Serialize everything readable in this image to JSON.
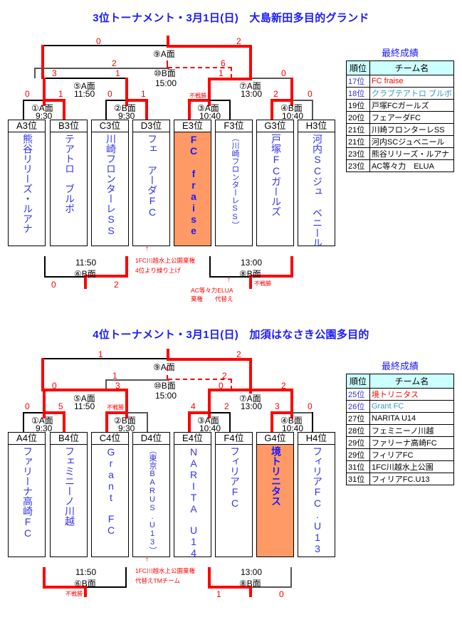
{
  "tournaments": [
    {
      "title": "3位トーナメント・3月1日(日)　大島新田多目的グランド",
      "matches": {
        "m1": {
          "label": "①A面",
          "time": "9:30"
        },
        "m2": {
          "label": "②B面",
          "time": "9:30"
        },
        "m3": {
          "label": "③A面",
          "time": "10:40"
        },
        "m4": {
          "label": "④B面",
          "time": "10:40"
        },
        "m5": {
          "label": "⑤A面",
          "time": "11:50"
        },
        "m6": {
          "label": "⑥B面",
          "time": "11:50"
        },
        "m7": {
          "label": "⑦A面",
          "time": "13:00"
        },
        "m8": {
          "label": "⑧B面",
          "time": "13:00"
        },
        "m9": {
          "label": "⑨A面"
        },
        "m10": {
          "label": "⑩B面",
          "time": "15:00"
        }
      },
      "scores": {
        "m1": [
          "0",
          "1"
        ],
        "m2": [
          "0",
          "1"
        ],
        "m3": [
          "不戦勝",
          ""
        ],
        "m4": [
          "2",
          "0"
        ],
        "m5": [
          "3",
          "1"
        ],
        "m7": [
          "1",
          "0"
        ],
        "m9": [
          "0",
          "2"
        ],
        "m10": [
          "2",
          "6"
        ],
        "m6": [
          "0",
          "2"
        ],
        "m8": [
          "",
          "不戦勝"
        ]
      },
      "teams": [
        {
          "seed": "A3位",
          "name": "熊谷リリーズ・ルアナ"
        },
        {
          "seed": "B3位",
          "name": "テアトロ　ブルボ"
        },
        {
          "seed": "C3位",
          "name": "川崎フロンターレSS"
        },
        {
          "seed": "D3位",
          "name": "フェ アーダFC"
        },
        {
          "seed": "E3位",
          "name": "FC fraise",
          "winner": true
        },
        {
          "seed": "F3位",
          "name": "（川崎フロンターレSS）"
        },
        {
          "seed": "G3位",
          "name": "戸塚FCガールズ"
        },
        {
          "seed": "H3位",
          "name": "河内SCジュ ベニール"
        }
      ],
      "notes": {
        "left": [
          "1FC川越水上公園棄権",
          "4位より繰り上げ"
        ],
        "right": [
          "AC等々力ELUA",
          "棄権　　代替え"
        ]
      },
      "results": {
        "title": "最終成績",
        "headers": [
          "順位",
          "チーム名"
        ],
        "rows": [
          {
            "rank": "17位",
            "team": "FC fraise",
            "color": "#ff0000"
          },
          {
            "rank": "18位",
            "team": "クラブテアトロ ブルボ",
            "color": "#3399cc"
          },
          {
            "rank": "19位",
            "team": "戸塚FCガールズ"
          },
          {
            "rank": "20位",
            "team": "フェアーダFC"
          },
          {
            "rank": "21位",
            "team": "川崎フロンターレSS"
          },
          {
            "rank": "21位",
            "team": "河内SCジュベニール"
          },
          {
            "rank": "23位",
            "team": "熊谷リリーズ・ルアナ"
          },
          {
            "rank": "23位",
            "team": "AC等々力　ELUA"
          }
        ]
      }
    },
    {
      "title": "4位トーナメント・3月1日(日)　加須はなさき公園多目的",
      "matches": {
        "m1": {
          "label": "①A面",
          "time": "9:30"
        },
        "m2": {
          "label": "②B面",
          "time": "9:30"
        },
        "m3": {
          "label": "③A面",
          "time": "10:40"
        },
        "m4": {
          "label": "④B面",
          "time": "10:40"
        },
        "m5": {
          "label": "⑤A面",
          "time": "11:50"
        },
        "m6": {
          "label": "⑥B面",
          "time": "11:50"
        },
        "m7": {
          "label": "⑦A面",
          "time": "13:00"
        },
        "m8": {
          "label": "⑧B面",
          "time": "13:00"
        },
        "m9": {
          "label": "⑨A面"
        },
        "m10": {
          "label": "⑩B面",
          "time": "15:00"
        }
      },
      "scores": {
        "m1": [
          "0",
          "5"
        ],
        "m2": [
          "不戦勝",
          ""
        ],
        "m3": [
          "4",
          "2"
        ],
        "m4": [
          "3",
          "0"
        ],
        "m5": [
          "0",
          "3"
        ],
        "m7": [
          "0",
          "2"
        ],
        "m9": [
          "1",
          "2"
        ],
        "m10": [
          "1",
          "2"
        ],
        "m6": [
          "不戦勝",
          ""
        ],
        "m8": [
          "1",
          "0"
        ]
      },
      "teams": [
        {
          "seed": "A4位",
          "name": "ファリーナ高崎FC"
        },
        {
          "seed": "B4位",
          "name": "フェミニーノ川越"
        },
        {
          "seed": "C4位",
          "name": "Grant　FC"
        },
        {
          "seed": "D4位",
          "name": "（東京BARUS.U13）"
        },
        {
          "seed": "E4位",
          "name": "NARITA　U14"
        },
        {
          "seed": "F4位",
          "name": "フィリアFC"
        },
        {
          "seed": "G4位",
          "name": "境トリニタス",
          "winner": true
        },
        {
          "seed": "H4位",
          "name": "フィリアFC.U13"
        }
      ],
      "notes": {
        "left": [
          "1FC川越水上公園棄権",
          "代替えTMチーム"
        ]
      },
      "results": {
        "title": "最終成績",
        "headers": [
          "順位",
          "チーム名"
        ],
        "rows": [
          {
            "rank": "25位",
            "team": "境トリニタス",
            "color": "#ff0000"
          },
          {
            "rank": "26位",
            "team": "Grant FC",
            "color": "#3399cc"
          },
          {
            "rank": "27位",
            "team": "NARITA U14"
          },
          {
            "rank": "28位",
            "team": "フェミニーノ川越"
          },
          {
            "rank": "29位",
            "team": "ファリーナ高崎FC"
          },
          {
            "rank": "29位",
            "team": "フィリアFC"
          },
          {
            "rank": "31位",
            "team": "1FC川越水上公園"
          },
          {
            "rank": "31位",
            "team": "フィリアFC.U13"
          }
        ]
      }
    }
  ]
}
